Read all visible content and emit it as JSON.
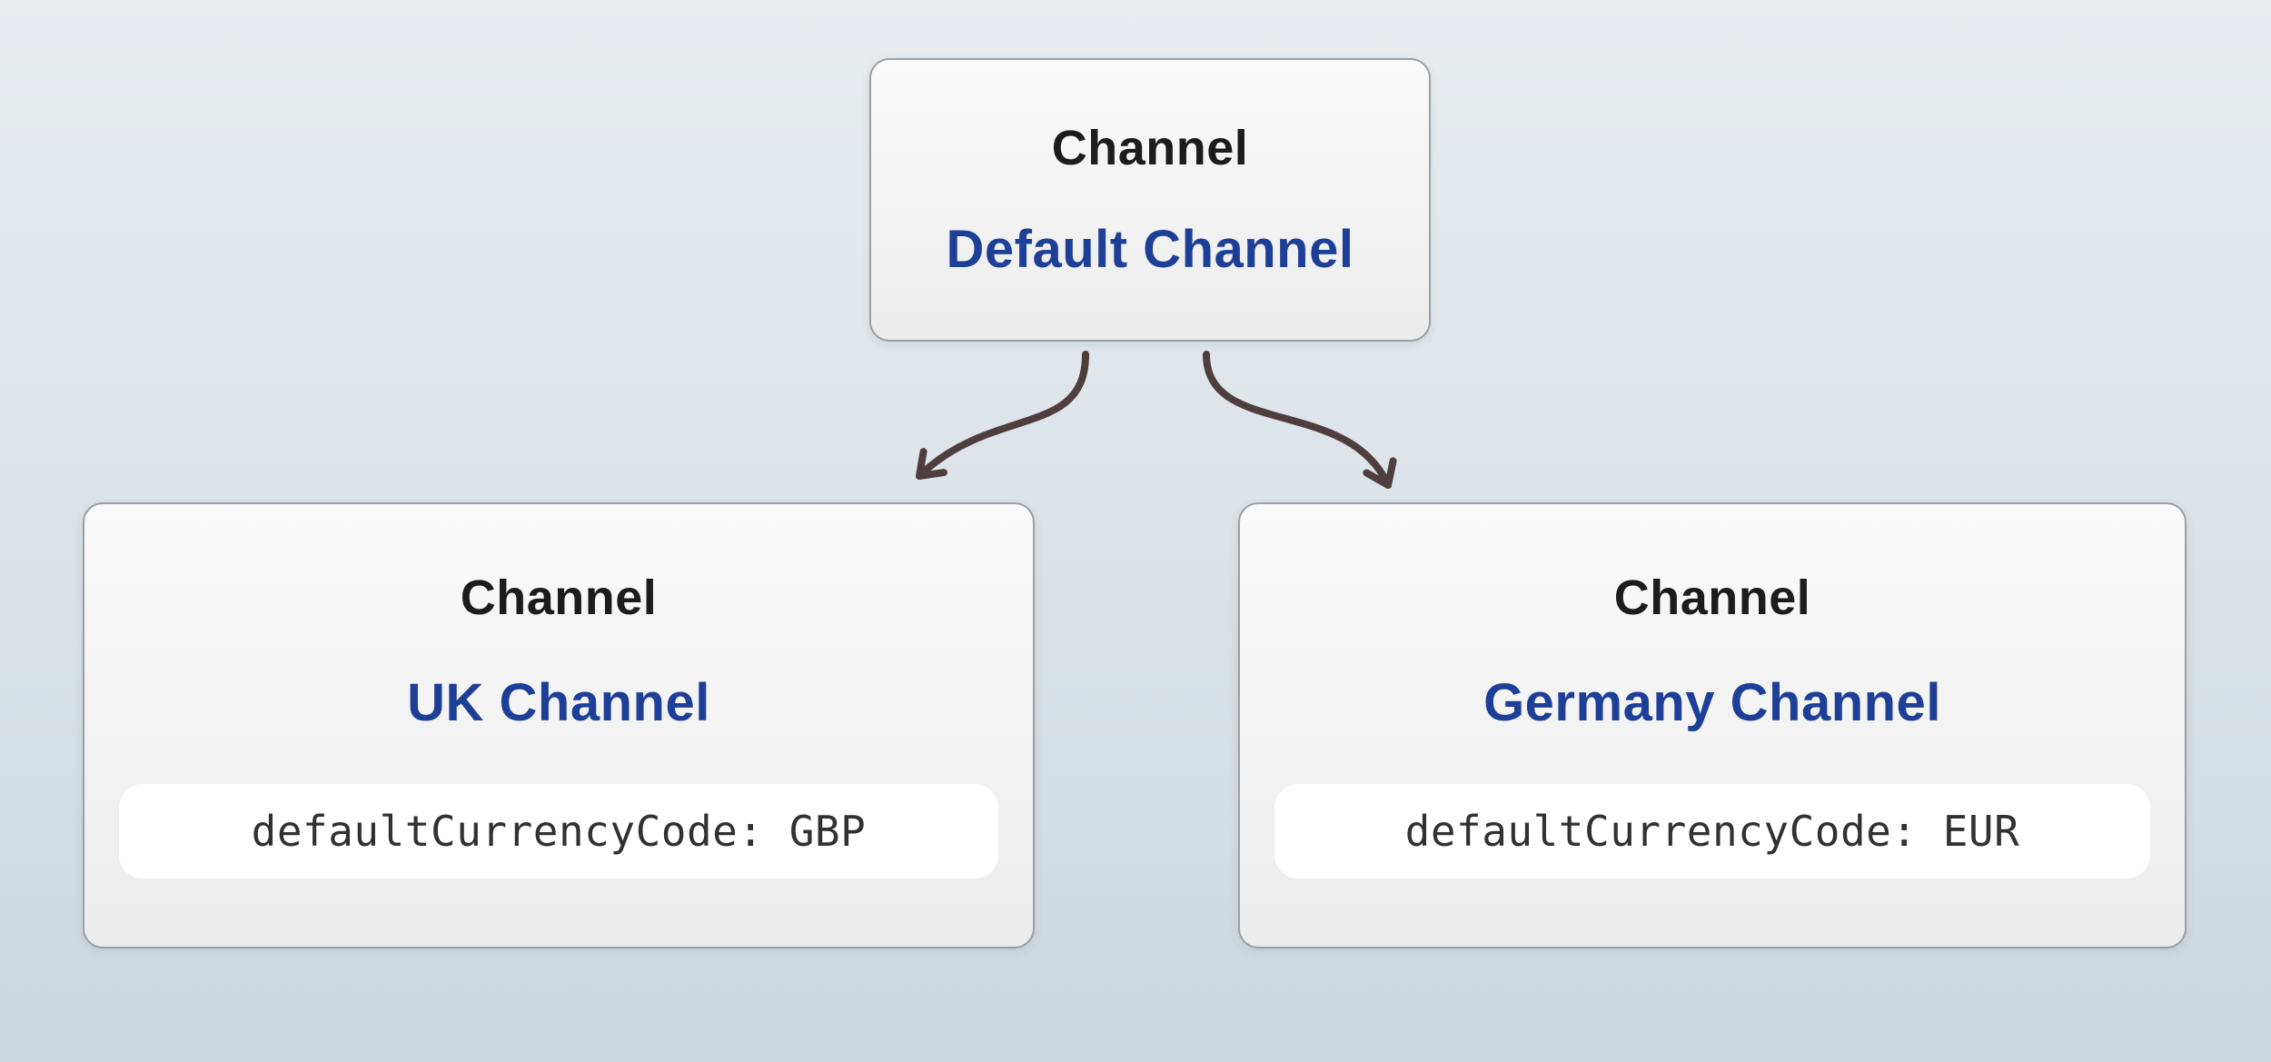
{
  "diagram": {
    "root": {
      "type_label": "Channel",
      "name": "Default Channel"
    },
    "children": [
      {
        "type_label": "Channel",
        "name": "UK Channel",
        "attribute": "defaultCurrencyCode: GBP"
      },
      {
        "type_label": "Channel",
        "name": "Germany Channel",
        "attribute": "defaultCurrencyCode: EUR"
      }
    ],
    "colors": {
      "type_text": "#1c1c1c",
      "name_text": "#1e3f97",
      "arrow": "#4f3e3e",
      "node_border": "#96a0a6",
      "node_fill_top": "#fafafa",
      "node_fill_bottom": "#ececec",
      "pill_fill": "#ffffff",
      "attribute_text": "#313131",
      "background_top": "#e9edf0",
      "background_bottom": "#ccd7de"
    }
  }
}
